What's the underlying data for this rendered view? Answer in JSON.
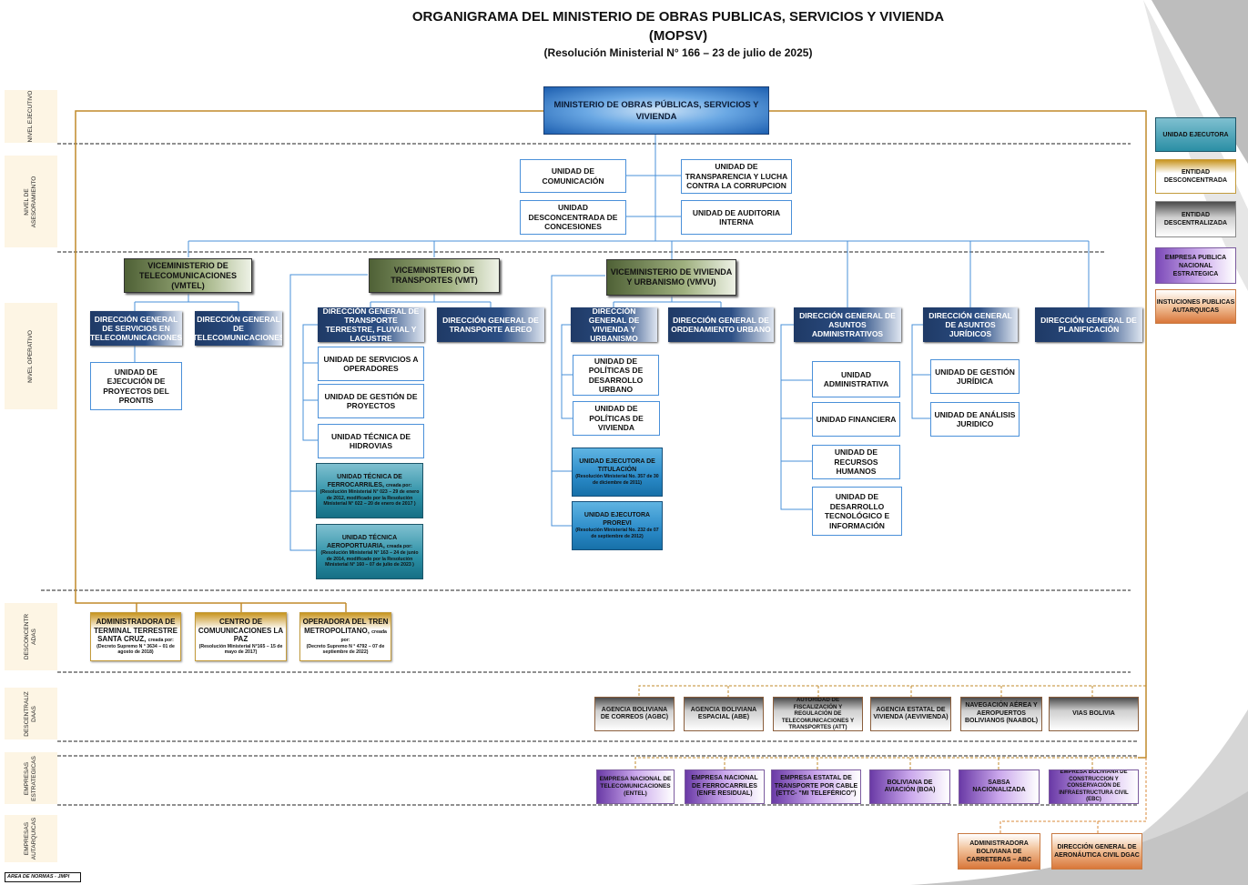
{
  "header": {
    "title_line1": "ORGANIGRAMA DEL MINISTERIO DE OBRAS PUBLICAS, SERVICIOS Y VIVIENDA",
    "title_line2": "(MOPSV)",
    "subtitle": "(Resolución Ministerial N° 166 – 23 de julio de 2025)"
  },
  "levels": {
    "ejecutivo": "NIVEL EJECUTIVO",
    "asesoramiento": "NIVEL DE ASESORAMIENTO",
    "operativo": "NIVEL OPERATIVO",
    "desconcentradas": "DESCONCENTR ADAS",
    "descentralizadas": "DESCENTRALIZ DAAS",
    "estrategicas": "EMPRESAS ESTRATEGICAS",
    "autarquicas": "EMPRESAS AUTARQUICAS"
  },
  "ministry": "MINISTERIO DE OBRAS PÚBLICAS, SERVICIOS Y VIVIENDA",
  "advisory": {
    "comunicacion": "UNIDAD DE COMUNICACIÓN",
    "transparencia": "UNIDAD DE TRANSPARENCIA Y LUCHA CONTRA LA CORRUPCION",
    "concesiones": "UNIDAD DESCONCENTRADA DE CONCESIONES",
    "auditoria": "UNIDAD DE AUDITORIA INTERNA"
  },
  "vmtel": {
    "name": "VICEMINISTERIO DE TELECOMUNICACIONES (VMTEL)",
    "dg_servicios": "DIRECCIÓN GENERAL DE SERVICIOS EN TELECOMUNICACIONES",
    "dg_telecom": "DIRECCIÓN GENERAL DE TELECOMUNICACIONES",
    "prontis": "UNIDAD DE EJECUCIÓN DE PROYECTOS DEL PRONTIS"
  },
  "vmt": {
    "name": "VICEMINISTERIO DE TRANSPORTES (VMT)",
    "dg_terrestre": "DIRECCIÓN GENERAL DE TRANSPORTE TERRESTRE, FLUVIAL Y LACUSTRE",
    "dg_aereo": "DIRECCIÓN GENERAL DE TRANSPORTE AEREO",
    "servicios_operadores": "UNIDAD DE SERVICIOS A OPERADORES",
    "gestion_proyectos": "UNIDAD DE GESTIÓN DE PROYECTOS",
    "hidrovias": "UNIDAD TÉCNICA DE HIDROVIAS",
    "ferrocarriles_title": "UNIDAD TÉCNICA DE FERROCARRILES,",
    "ferrocarriles_note": "creada por:",
    "ferrocarriles_res": "(Resolución Ministerial N° 023 – 29 de enero de 2012, modificado por la Resolución Ministerial N° 022 – 20 de enero de 2017 )",
    "aeroportuaria_title": "UNIDAD TÉCNICA AEROPORTUARIA,",
    "aeroportuaria_note": "creada por:",
    "aeroportuaria_res": "(Resolución Ministerial N° 163 – 24 de junio de 2014, modificado por la Resolución Ministerial N° 160 – 07 de julio de 2023 )"
  },
  "vmvu": {
    "name": "VICEMINISTERIO DE VIVIENDA Y URBANISMO (VMVU)",
    "dg_vivienda": "DIRECCIÓN GENERAL DE VIVIENDA Y URBANISMO",
    "dg_ordenamiento": "DIRECCIÓN GENERAL DE ORDENAMIENTO URBANO",
    "politicas_urbano": "UNIDAD DE POLÍTICAS DE DESARROLLO URBANO",
    "politicas_vivienda": "UNIDAD DE POLÍTICAS DE VIVIENDA",
    "titulacion_title": "UNIDAD EJECUTORA DE TITULACIÓN",
    "titulacion_res": "(Resolución Ministerial No. 357 de 30 de diciembre de 2011)",
    "proreví_title": "UNIDAD EJECUTORA PROREVI",
    "prorevi_res": "(Resolución Ministerial No. 232 de 07 de septiembre de 2012)"
  },
  "admin": {
    "dg_admin": "DIRECCIÓN GENERAL DE ASUNTOS ADMINISTRATIVOS",
    "unidad_admin": "UNIDAD ADMINISTRATIVA",
    "financiera": "UNIDAD FINANCIERA",
    "rrhh": "UNIDAD DE RECURSOS HUMANOS",
    "desarrollo": "UNIDAD DE DESARROLLO TECNOLÓGICO E INFORMACIÓN"
  },
  "juridicos": {
    "dg": "DIRECCIÓN GENERAL DE ASUNTOS JURÍDICOS",
    "gestion": "UNIDAD DE GESTIÓN JURÍDICA",
    "analisis": "UNIDAD DE ANÁLISIS JURIDICO"
  },
  "planificacion": "DIRECCIÓN GENERAL DE PLANIFICACIÓN",
  "desconcentradas": [
    {
      "title": "ADMINISTRADORA DE TERMINAL TERRESTRE SANTA CRUZ,",
      "note": "creada por:",
      "res": "(Decreto Supremo N ° 3634 – 01 de agosto de 2018)"
    },
    {
      "title": "CENTRO DE COMUUNICACIONES LA PAZ",
      "note": "",
      "res": "(Resolución Ministerial N°165 – 15 de mayo de 2017)"
    },
    {
      "title": "OPERADORA DEL TREN METROPOLITANO,",
      "note": "creada por:",
      "res": "(Decreto Supremo N ° 4792 – 07 de septiembre de 2022)"
    }
  ],
  "descentralizadas": [
    "AGENCIA BOLIVIANA DE CORREOS (AGBC)",
    "AGENCIA BOLIVIANA ESPACIAL (ABE)",
    "AUTORIDAD DE FISCALIZACIÓN Y REGULACIÓN DE TELECOMUNICACIONES Y TRANSPORTES (ATT)",
    "AGENCIA ESTATAL DE VIVIENDA (AEVIVIENDA)",
    "NAVEGACIÓN AÉREA Y AEROPUERTOS BOLIVIANOS (NAABOL)",
    "VIAS BOLIVIA"
  ],
  "estrategicas": [
    "EMPRESA NACIONAL DE TELECOMUNICACIONES (ENTEL)",
    "EMPRESA NACIONAL DE FERROCARRILES (ENFE RESIDUAL)",
    "EMPRESA ESTATAL DE TRANSPORTE POR CABLE (ETTC- \"MI TELEFÉRICO\")",
    "BOLIVIANA DE AVIACIÓN (BOA)",
    "SABSA NACIONALIZADA",
    "EMPRESA BOLIVIANA DE CONSTRUCCION Y CONSERVACIÓN DE INFRAESTRUCTURA CIVIL (EBC)"
  ],
  "autarquicas": [
    "ADMINISTRADORA BOLIVIANA DE CARRETERAS – ABC",
    "DIRECCIÓN GENERAL DE AERONÁUTICA CIVIL DGAC"
  ],
  "legend": {
    "ejecutora": "UNIDAD EJECUTORA",
    "desconcentrada": "ENTIDAD DESCONCENTRADA",
    "descentralizada": "ENTIDAD DESCENTRALIZADA",
    "empresa": "EMPRESA PUBLICA NACIONAL ESTRATEGICA",
    "autarquicas": "INSTUCIONES PUBLICAS AUTARQUICAS"
  },
  "footer": "AREA DE NORMAS - JMPI",
  "colors": {
    "line_blue": "#4a90d9",
    "line_gold": "#c08a2a",
    "line_orange": "#d98a3a"
  }
}
